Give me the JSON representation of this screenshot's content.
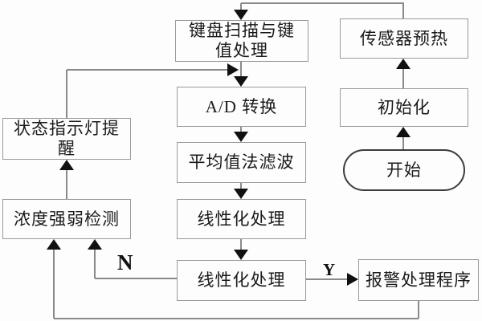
{
  "nodes": {
    "keyboard": {
      "label": "键盘扫描与键\n值处理"
    },
    "sensor_preheat": {
      "label": "传感器预热"
    },
    "ad_conversion": {
      "label": "A/D 转换"
    },
    "initialization": {
      "label": "初始化"
    },
    "average_filter": {
      "label": "平均值法滤波"
    },
    "start": {
      "label": "开始"
    },
    "status_indicator": {
      "label": "状态指示灯提\n醒"
    },
    "concentration_detect": {
      "label": "浓度强弱检测"
    },
    "linearization_1": {
      "label": "线性化处理"
    },
    "linearization_2": {
      "label": "线性化处理"
    },
    "alarm_handler": {
      "label": "报警处理程序"
    }
  },
  "branches": {
    "no": "N",
    "yes": "Y"
  },
  "colors": {
    "background": "#fdfdfd",
    "box_border": "#9a9a9a",
    "start_oval_border": "#3c3c3c",
    "connector_line": "#8a8a8a",
    "arrowhead": "#111111",
    "text": "#1a1a1a"
  }
}
